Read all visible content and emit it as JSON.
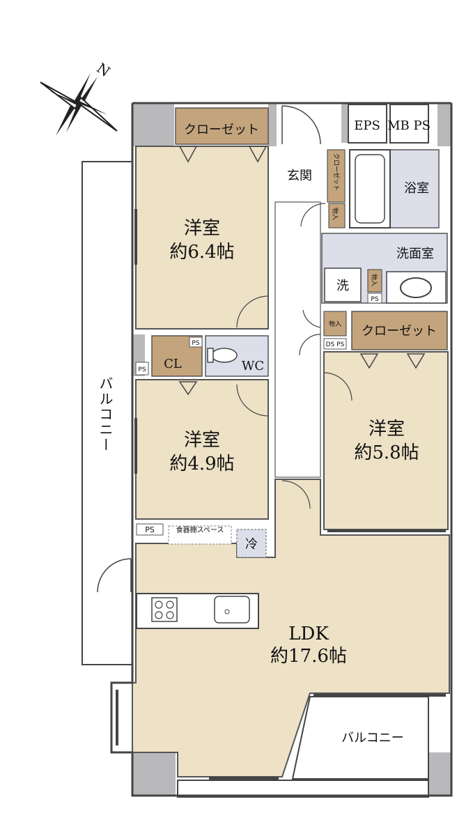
{
  "compass": {
    "north": "N"
  },
  "rooms": {
    "western1": {
      "name": "洋室",
      "size": "約6.4帖"
    },
    "western2": {
      "name": "洋室",
      "size": "約4.9帖"
    },
    "western3": {
      "name": "洋室",
      "size": "約5.8帖"
    },
    "ldk": {
      "name": "LDK",
      "size": "約17.6帖"
    },
    "entrance": "玄関",
    "bath": "浴室",
    "washroom": "洗面室",
    "wc": "WC",
    "cl": "CL"
  },
  "storage": {
    "closet_top": "クローゼット",
    "closet_entry": "クローゼット",
    "closet_right": "クローゼット",
    "mono1": "物入",
    "mono2": "物入",
    "mono3": "物入"
  },
  "fixtures": {
    "eps": "EPS",
    "mbps": "MB PS",
    "washer": "洗",
    "fridge": "冷",
    "dish_shelf": "食器棚スペース",
    "ps1": "PS",
    "ps2": "PS",
    "ps3": "PS",
    "ps4": "PS",
    "dsps": "DS PS"
  },
  "balconies": {
    "left": "バルコニー",
    "bottom": "バルコニー"
  }
}
